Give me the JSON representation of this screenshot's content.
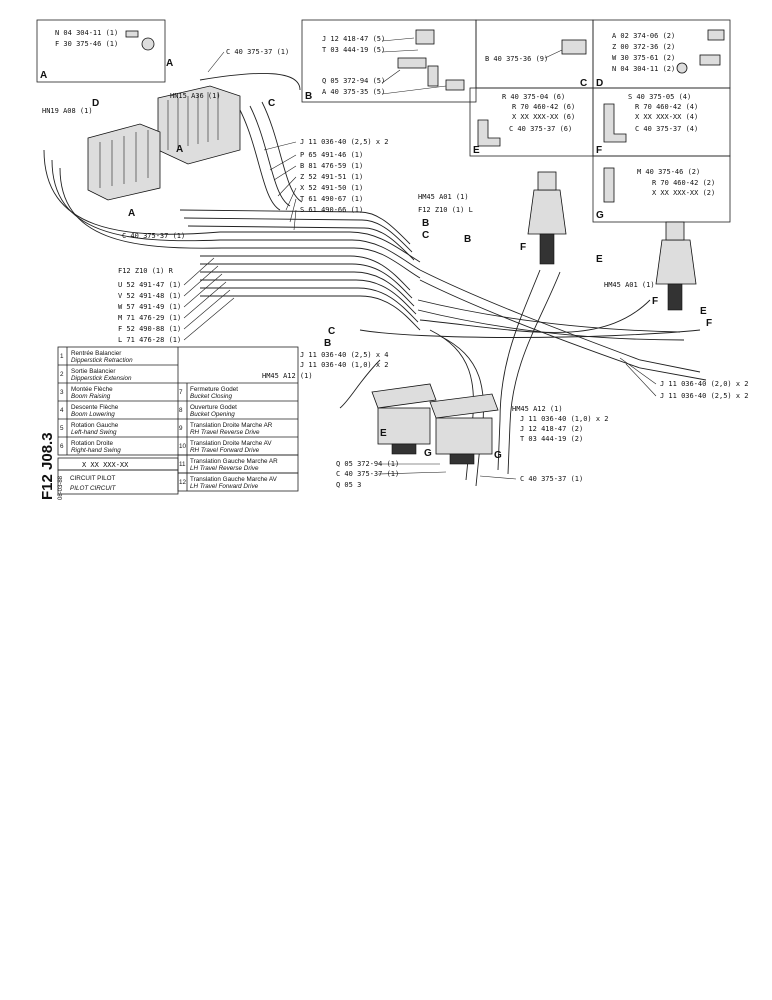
{
  "boxes": {
    "A": {
      "letter": "A",
      "items": [
        "N 04 304-11 (1)",
        "F 30 375-46 (1)"
      ]
    },
    "B": {
      "letter": "B",
      "items_left": [
        "J 12 418-47 (5)",
        "T 03 444-19 (5)",
        "Q 05 372-94 (5)",
        "A 40 375-35 (5)"
      ]
    },
    "C": {
      "letter": "C",
      "items": [
        "B 40 375-36 (9)"
      ]
    },
    "D": {
      "letter": "D",
      "items": [
        "A 02 374-06 (2)",
        "Z 00 372-36 (2)",
        "W 30 375-61 (2)",
        "N 04 304-11 (2)"
      ]
    },
    "E": {
      "letter": "E",
      "items": [
        "R 40 375-04 (6)",
        "R 70 460-42 (6)",
        "X XX XXX-XX (6)",
        "C 40 375-37 (6)"
      ]
    },
    "F": {
      "letter": "F",
      "items": [
        "S 40 375-05 (4)",
        "R 70 460-42 (4)",
        "X XX XXX-XX (4)",
        "C 40 375-37 (4)"
      ]
    },
    "G": {
      "letter": "G",
      "items": [
        "M 40 375-46 (2)",
        "R 70 460-42 (2)",
        "X XX XXX-XX (2)"
      ]
    }
  },
  "labels": {
    "top_c": "C 40 375-37 (1)",
    "hn15": "HN15 A36 (1)",
    "hn19": "HN19 A08 (1)",
    "j_group": "J 11 036-40 (2,5) x 2",
    "hoses": [
      "P 65 491-46 (1)",
      "B 81 476-59 (1)",
      "Z 52 491-51 (1)",
      "X 52 491-50 (1)",
      "T 61 490-67 (1)",
      "S 61 490-66 (1)"
    ],
    "hm45_a01_1": "HM45 A01 (1)",
    "f12_l": "F12 Z10 (1) L",
    "c_left": "C 40 375-37 (1)",
    "f12_r": "F12 Z10 (1) R",
    "left_hoses": [
      "U 52 491-47 (1)",
      "V 52 491-48 (1)",
      "W 57 491-49 (1)",
      "M 71 476-29 (1)",
      "F 52 490-88 (1)",
      "L 71 476-28 (1)"
    ],
    "hm45_a01_2": "HM45 A01 (1)",
    "j_bot_1": "J 11 036-40 (2,5) x 4",
    "j_bot_2": "J 11 036-40 (1,0) x 2",
    "hm45_a12_1": "HM45 A12 (1)",
    "j_right_1": "J 11 036-40 (2,0) x 2",
    "j_right_2": "J 11 036-40 (2,5) x 2",
    "hm45_a12_2": "HM45 A12 (1)",
    "j_mid": "J 11 036-40 (1,0) x 2",
    "j_mid_2": "J 12 418-47 (2)",
    "t_mid": "T 03 444-19 (2)",
    "q_bot": "Q 05 372-94 (1)",
    "c_bot": "C 40 375-37 (1)",
    "q_bot2": "Q 05 3",
    "c_right": "C 40 375-37 (1)",
    "mark_A": "A",
    "mark_B": "B",
    "mark_C": "C",
    "mark_D": "D",
    "mark_E": "E",
    "mark_F": "F",
    "mark_G": "G"
  },
  "legend": [
    {
      "num": "1",
      "fr": "Rentrée Balancier",
      "en": "Dipperstick Retraction"
    },
    {
      "num": "2",
      "fr": "Sortie Balancier",
      "en": "Dipperstick Extension"
    },
    {
      "num": "3",
      "fr": "Montée Flèche",
      "en": "Boom Raising"
    },
    {
      "num": "4",
      "fr": "Descente Flèche",
      "en": "Boom Lowering"
    },
    {
      "num": "5",
      "fr": "Rotation Gauche",
      "en": "Left-hand Swing"
    },
    {
      "num": "6",
      "fr": "Rotation Droite",
      "en": "Right-hand Swing"
    },
    {
      "num": "7",
      "fr": "Fermeture Godet",
      "en": "Bucket Closing"
    },
    {
      "num": "8",
      "fr": "Ouverture Godet",
      "en": "Bucket Opening"
    },
    {
      "num": "9",
      "fr": "Translation Droite Marche AR",
      "en": "RH Travel Reverse Drive"
    },
    {
      "num": "10",
      "fr": "Translation Droite Marche AV",
      "en": "RH Travel Forward Drive"
    },
    {
      "num": "11",
      "fr": "Translation Gauche Marche AR",
      "en": "LH Travel Reverse Drive"
    },
    {
      "num": "12",
      "fr": "Translation Gauche Marche AV",
      "en": "LH Travel Forward Drive"
    }
  ],
  "title_block": {
    "ref": "X XX XXX-XX",
    "title_fr": "CIRCUIT PILOT",
    "title_en": "PILOT CIRCUIT",
    "side_code": "F12 J08.3",
    "date": "08-03-88"
  }
}
